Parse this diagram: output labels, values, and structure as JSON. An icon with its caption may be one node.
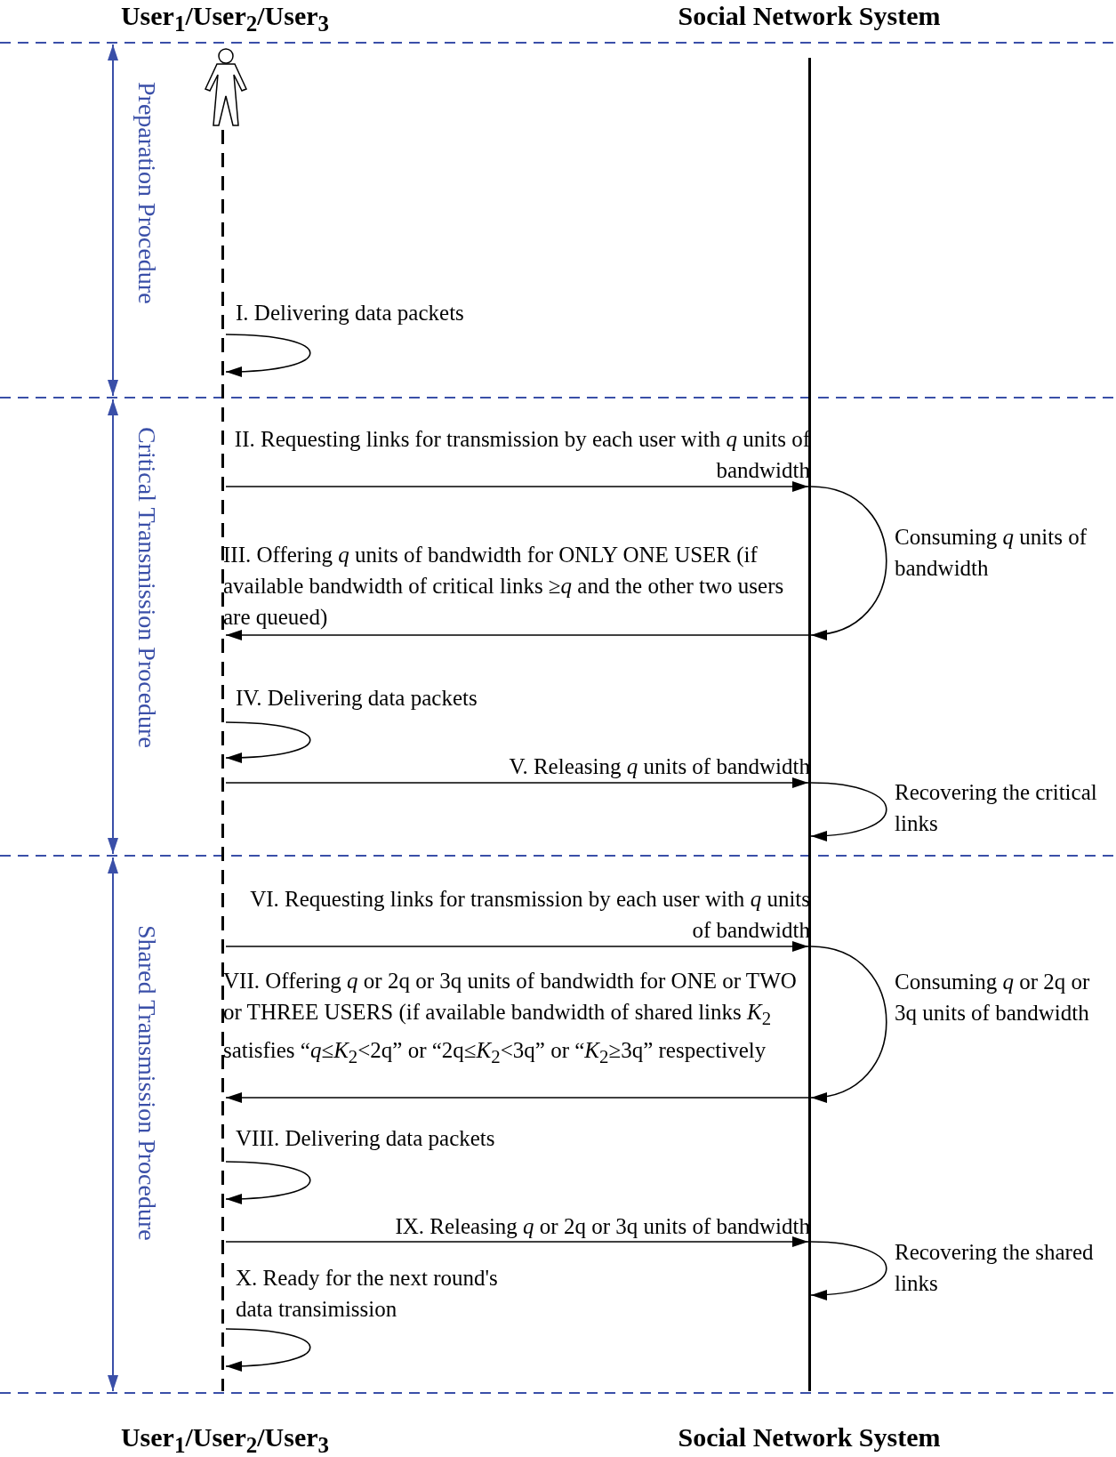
{
  "diagram": {
    "nodes": [
      {
        "text": [],
        "shape": "bar"
      },
      {
        "text": [],
        "shape": "bar"
      }
    ],
    "edges": [
      {
        "from": 0,
        "to": 0,
        "arrow": "to",
        "label": "I. Delivering data packets"
      },
      {
        "from": 0,
        "to": 1,
        "arrow": "to",
        "label": "II. Requesting links for transmission by each user with *q* units of bandwidth"
      },
      {
        "from": 1,
        "to": 1,
        "arrow": "to",
        "label": "Consuming *q* units of bandwidth"
      },
      {
        "from": 1,
        "to": 0,
        "arrow": "to",
        "label": "III. Offering *q* units of bandwidth for ONLY ONE USER (if available bandwidth of critical links ≥*q* and the other two users are queued)"
      },
      {
        "from": 0,
        "to": 0,
        "arrow": "to",
        "label": "IV. Delivering data packets"
      },
      {
        "from": 0,
        "to": 1,
        "arrow": "to",
        "label": "V. Releasing *q* units of bandwidth"
      },
      {
        "from": 1,
        "to": 1,
        "arrow": "to",
        "label": "Recovering the critical links"
      },
      {
        "from": 0,
        "to": 1,
        "arrow": "to",
        "label": "VI. Requesting links for transmission by each user with *q* units of bandwidth"
      },
      {
        "from": 1,
        "to": 1,
        "arrow": "to",
        "label": "Consuming *q* or 2q or 3q units of bandwidth"
      },
      {
        "from": 1,
        "to": 0,
        "arrow": "to",
        "label": "VII. Offering *q* or 2q or 3q units of bandwidth for ONE or TWO or THREE USERS (if available bandwidth of shared links *K*$_{2}$ satisfies “*q*≤*K*$_{2}$<2q” or “2q≤*K*$_{2}$<3q” or “*K*$_{2}$≥3q” respectively"
      },
      {
        "from": 0,
        "to": 0,
        "arrow": "to",
        "label": "VIII. Delivering data packets"
      },
      {
        "from": 0,
        "to": 1,
        "arrow": "to",
        "label": "IX. Releasing *q* or 2q or 3q units of bandwidth"
      },
      {
        "from": 1,
        "to": 1,
        "arrow": "to",
        "label": "Recovering the shared links"
      },
      {
        "from": 0,
        "to": 0,
        "arrow": "to",
        "label": "X. Ready for the next round's data transimission"
      }
    ],
    "labels": [
      "User$_{1}$/User$_{2}$/User$_{3}$",
      "Social Network System",
      "Preparation Procedure",
      "Critical Transmission Procedure",
      "Shared Transmission Procedure",
      "User$_{1}$/User$_{2}$/User$_{3}$",
      "Social Network System"
    ]
  }
}
